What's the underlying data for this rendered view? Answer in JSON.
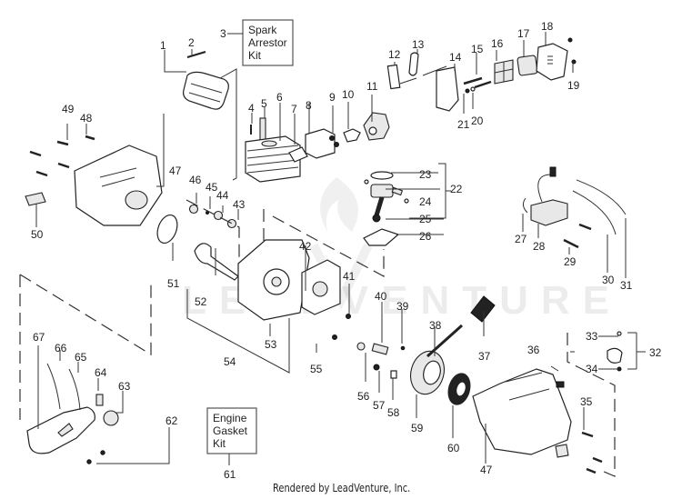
{
  "diagram": {
    "title": "Engine parts exploded view",
    "watermark": "LEADVENTURE",
    "credit": "Rendered by LeadVenture, Inc.",
    "kits": [
      {
        "ref": "3",
        "lines": [
          "Spark",
          "Arrestor",
          "Kit"
        ]
      },
      {
        "ref": "61",
        "lines": [
          "Engine",
          "Gasket",
          "Kit"
        ]
      }
    ],
    "callouts": [
      "1",
      "2",
      "3",
      "4",
      "5",
      "6",
      "7",
      "8",
      "9",
      "10",
      "11",
      "12",
      "13",
      "14",
      "15",
      "16",
      "17",
      "18",
      "19",
      "20",
      "21",
      "22",
      "23",
      "24",
      "25",
      "26",
      "27",
      "28",
      "29",
      "30",
      "31",
      "32",
      "33",
      "34",
      "35",
      "36",
      "37",
      "38",
      "39",
      "40",
      "41",
      "42",
      "43",
      "44",
      "45",
      "46",
      "47",
      "47",
      "48",
      "49",
      "50",
      "51",
      "52",
      "53",
      "54",
      "55",
      "56",
      "57",
      "58",
      "59",
      "60",
      "61",
      "62",
      "63",
      "64",
      "65",
      "66",
      "67"
    ]
  }
}
